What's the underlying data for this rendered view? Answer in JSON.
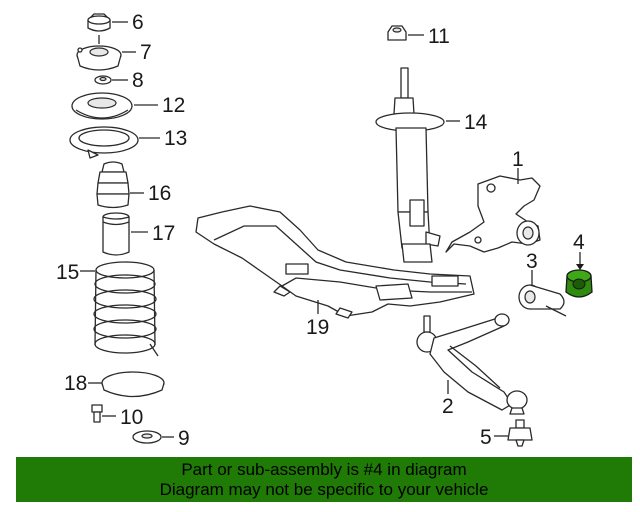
{
  "callouts": {
    "c1": "1",
    "c2": "2",
    "c3": "3",
    "c4": "4",
    "c5": "5",
    "c6": "6",
    "c7": "7",
    "c8": "8",
    "c9": "9",
    "c10": "10",
    "c11": "11",
    "c12": "12",
    "c13": "13",
    "c14": "14",
    "c15": "15",
    "c16": "16",
    "c17": "17",
    "c18": "18",
    "c19": "19"
  },
  "highlight_color": "#2e8b0e",
  "banner": {
    "line1": "Part or sub-assembly is #4 in diagram",
    "line2": "Diagram may not be specific to your vehicle",
    "color": "#1f7a06"
  }
}
